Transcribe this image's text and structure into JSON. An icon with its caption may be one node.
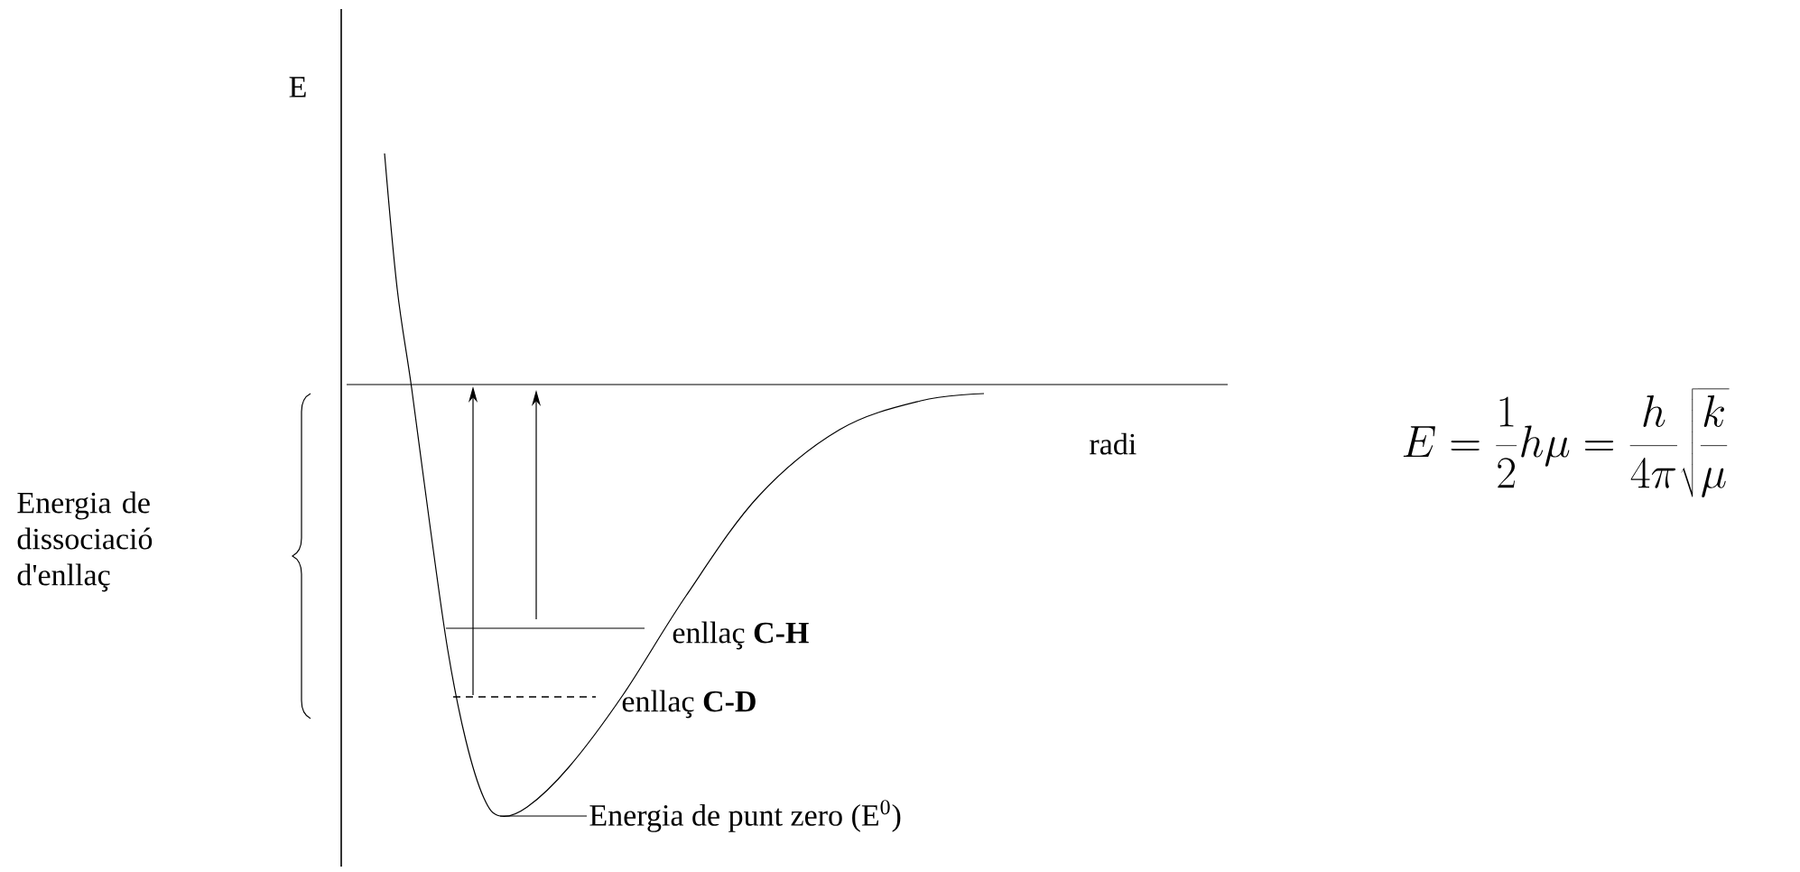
{
  "diagram": {
    "nodes": [
      {
        "text": [
          "Energia de punt zero (E$^{0}$)"
        ]
      },
      {
        "text": [],
        "shape": "curve"
      }
    ],
    "edges": [
      {
        "from": 0,
        "to": 1,
        "arrow": "none"
      }
    ],
    "labels": [
      "E",
      "E = \\frac{1}{2}h\\mu = \\frac{h}{4\\pi}\\sqrt{\\frac{k}{\\mu}}",
      "radi",
      "Energia de dissociació d'enllaç",
      "enllaç **C-H**",
      "enllaç **C-D**"
    ]
  }
}
